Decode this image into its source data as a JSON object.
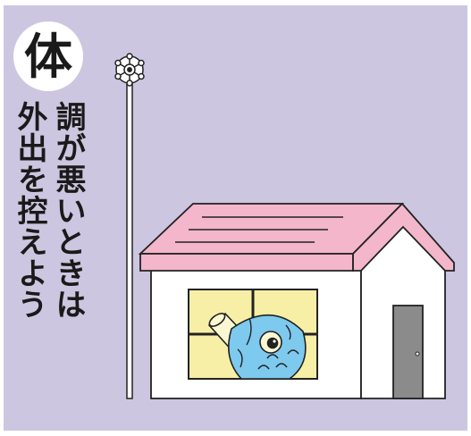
{
  "illustration": {
    "badge_char": "体",
    "caption_lines": [
      "調が悪いときは",
      "外出を控えよう"
    ]
  },
  "colors": {
    "background": "#cdc6e0",
    "roof": "#f3b6cb",
    "window": "#f8efa6",
    "koi_body": "#7ec9ee",
    "door": "#8b8b8b",
    "outline": "#222222"
  },
  "icons": {
    "badge": "circle-badge",
    "pole_top": "wheel-ornament-icon",
    "koi": "koinobori-icon"
  }
}
